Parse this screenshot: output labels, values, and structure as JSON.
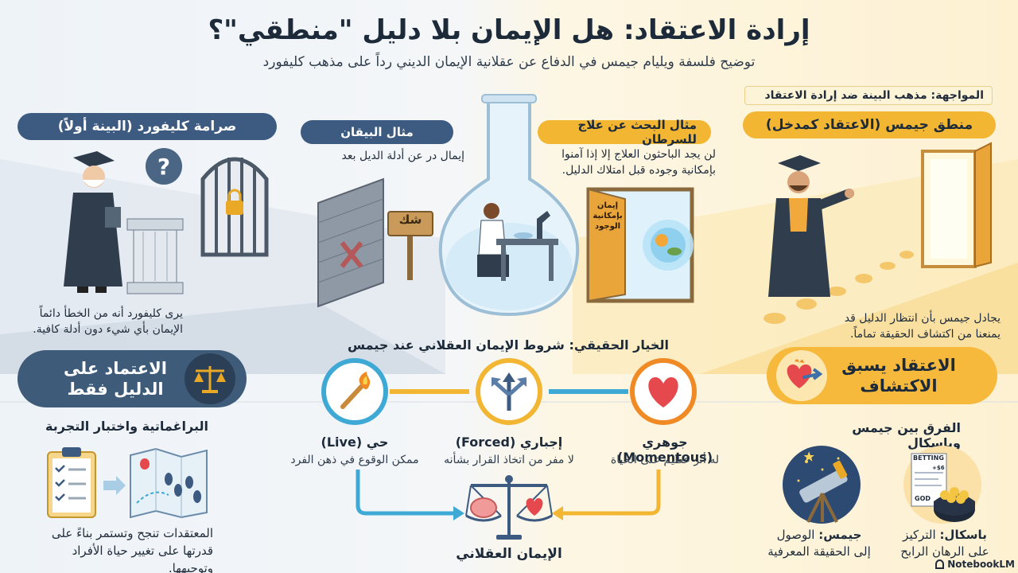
{
  "header": {
    "title": "إرادة الاعتقاد: هل الإيمان بلا دليل \"منطقي\"؟",
    "subtitle": "توضيح فلسفة ويليام جيمس في الدفاع عن عقلانية الإيمان الديني رداً على مذهب كليفورد"
  },
  "confrontation": {
    "label": "المواجهة: مذهب البينة ضد إرادة الاعتقاد"
  },
  "clifford": {
    "title": "صرامة كليفورد (البينة أولاً)",
    "description": "يرى كليفورد أنه من الخطأ دائماً الإيمان بأي شيء دون أدلة كافية.",
    "badge": "الاعتماد على الدليل فقط"
  },
  "skeptic": {
    "title": "مثال البيقان",
    "description": "إيمال در عن أدلة الديل بعد",
    "sign": "شك"
  },
  "cancer": {
    "title": "مثال البحث عن علاج للسرطان",
    "description": "لن يجد الباحثون العلاج إلا إذا آمنوا بإمكانية وجوده قبل امتلاك الدليل.",
    "door_sign": "إيمان بإمكانية الوجود"
  },
  "james": {
    "title": "منطق جيمس (الاعتقاد كمدخل)",
    "description": "يجادل جيمس بأن انتظار الدليل قد يمنعنا من اكتشاف الحقيقة تماماً.",
    "badge": "الاعتقاد يسبق الاكتشاف"
  },
  "genuine_option": {
    "heading": "الخيار الحقيقي: شروط الإيمان العقلاني عند جيمس",
    "conditions": [
      {
        "title": "جوهري (Momentous)",
        "desc": "له أثر عظيم على الحياة",
        "icon": "heart-icon"
      },
      {
        "title": "إجباري (Forced)",
        "desc": "لا مفر من اتخاذ القرار بشأنه",
        "icon": "forked-arrows-icon"
      },
      {
        "title": "حي (Live)",
        "desc": "ممكن الوقوع في ذهن الفرد",
        "icon": "match-flame-icon"
      }
    ],
    "result": "الإيمان العقلاني"
  },
  "pragmatism": {
    "heading": "البراغماتية واختبار التجربة",
    "description": "المعتقدات تنجح وتستمر بناءً على قدرتها على تغيير حياة الأفراد وتوجيهها."
  },
  "pascal_james": {
    "heading": "الفرق بين جيمس وباسكال",
    "pascal_name": "باسكال:",
    "pascal_desc": "التركيز على الرهان الرابح",
    "james_name": "جيمس:",
    "james_desc": "الوصول إلى الحقيقة المعرفية",
    "betting_text": "BETTING",
    "betting_value": "+$6",
    "god_text": "GOD"
  },
  "brand": {
    "name": "NotebookLM"
  },
  "colors": {
    "navy": "#3d5a80",
    "gold": "#f2b632",
    "orange": "#f08a24",
    "red": "#e5484d",
    "cyan": "#3fa9d6"
  }
}
